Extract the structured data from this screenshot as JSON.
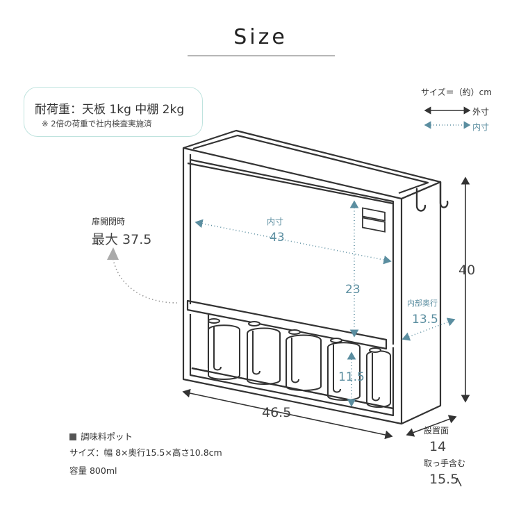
{
  "title": "Size",
  "load": {
    "main": "耐荷重：天板 1kg 中棚 2kg",
    "note": "※ 2倍の荷重で社内検査実施済"
  },
  "legend": {
    "title": "サイズ＝（約）cm",
    "outer": "外寸",
    "inner": "内寸"
  },
  "door": {
    "label": "扉開閉時",
    "value": "最大 37.5"
  },
  "dimensions": {
    "inner_label": "内寸",
    "inner_width": "43",
    "inner_height": "23",
    "shelf_height": "11.5",
    "depth_label": "内部奥行",
    "depth_value": "13.5",
    "height": "40",
    "width": "46.5",
    "install_label": "設置面",
    "install_value": "14",
    "handle_label": "取っ手含む",
    "handle_value": "15.5"
  },
  "pot": {
    "title": "調味料ポット",
    "size": "サイズ：幅 8×奥行15.5×高さ10.8cm",
    "capacity": "容量 800ml"
  },
  "colors": {
    "line": "#333333",
    "inner": "#5b8ea0",
    "box_border": "#bfe3de"
  }
}
